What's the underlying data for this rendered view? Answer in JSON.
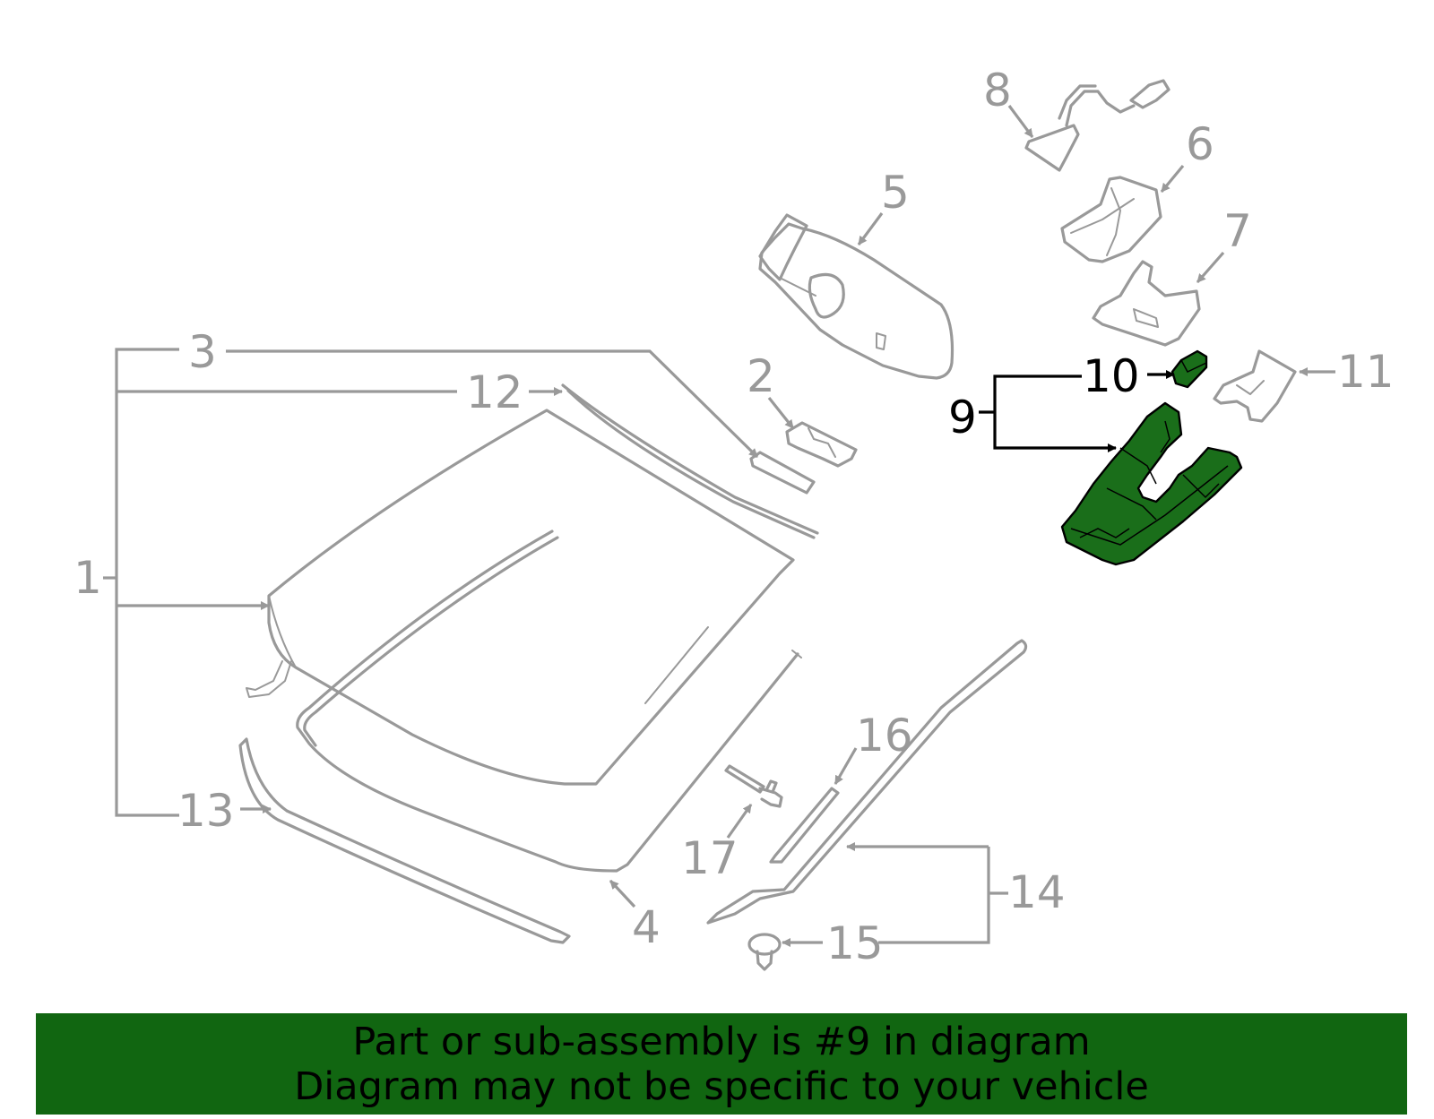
{
  "diagram": {
    "callouts": {
      "c1": "1",
      "c2": "2",
      "c3": "3",
      "c4": "4",
      "c5": "5",
      "c6": "6",
      "c7": "7",
      "c8": "8",
      "c9": "9",
      "c10": "10",
      "c11": "11",
      "c12": "12",
      "c13": "13",
      "c14": "14",
      "c15": "15",
      "c16": "16",
      "c17": "17"
    },
    "highlighted_part": "9",
    "colors": {
      "line": "#999999",
      "highlight": "#1a6e1a",
      "banner": "#116611",
      "text_dark": "#000000"
    }
  },
  "banner": {
    "line1": "Part or sub-assembly is #9 in diagram",
    "line2": "Diagram may not be specific to your vehicle"
  }
}
